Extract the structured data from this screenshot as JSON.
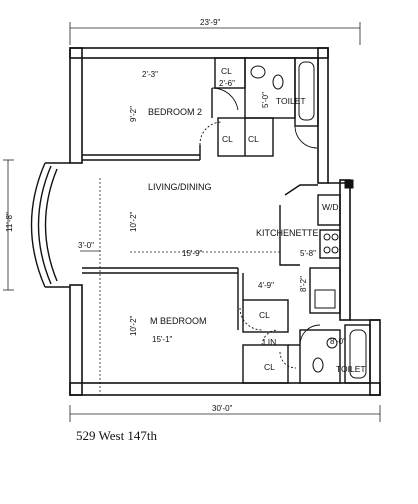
{
  "plan": {
    "caption": "529 West 147th",
    "dimensions": {
      "overall_top": "23'-9\"",
      "overall_bottom": "30'-0\"",
      "left_height": "11'-8\"",
      "bay_depth": "3'-0\"",
      "bed2_width": "2'-3\"",
      "cl_width": "2'-6\"",
      "bed2_depth": "9'-2\"",
      "living_depth": "10'-2\"",
      "living_width": "15'-9\"",
      "kitchen_depth": "5'-8\"",
      "kitchen_side": "8'-2\"",
      "hall_width": "4'-9\"",
      "mbed_depth": "10'-2\"",
      "mbed_width": "15'-1\"",
      "bath_width": "8'-0\"",
      "toilet_dim": "5'-0\""
    },
    "rooms": {
      "bedroom2": "BEDROOM 2",
      "living": "LIVING/DINING",
      "kitchen": "KITCHENETTE",
      "mbedroom": "M BEDROOM",
      "toilet_top": "TOILET",
      "toilet_bottom": "TOILET",
      "washer_dryer": "W/D",
      "closet": "CL",
      "lin": "LIN"
    }
  }
}
